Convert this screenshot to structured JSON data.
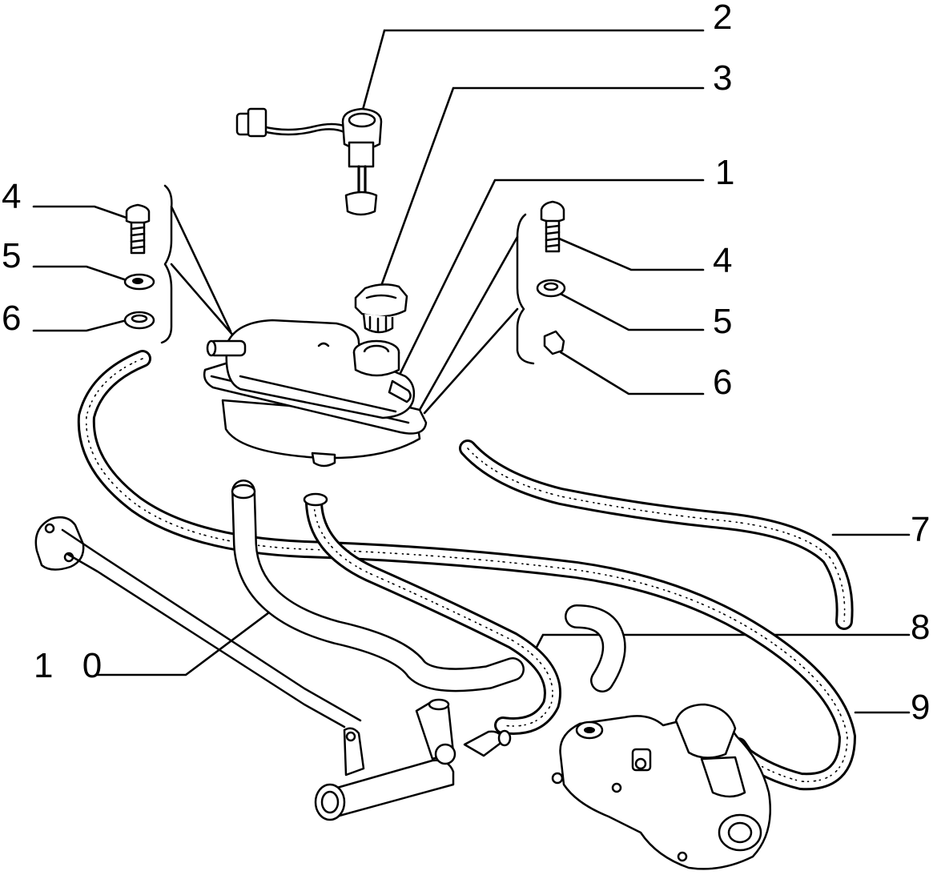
{
  "callouts": {
    "n1": "1",
    "n2": "2",
    "n3": "3",
    "n4_left": "4",
    "n5_left": "5",
    "n6_left": "6",
    "n4_right": "4",
    "n5_right": "5",
    "n6_right": "6",
    "n7": "7",
    "n8": "8",
    "n9": "9",
    "n10": "1 0"
  },
  "colors": {
    "ink": "#000000",
    "paper": "#ffffff"
  }
}
